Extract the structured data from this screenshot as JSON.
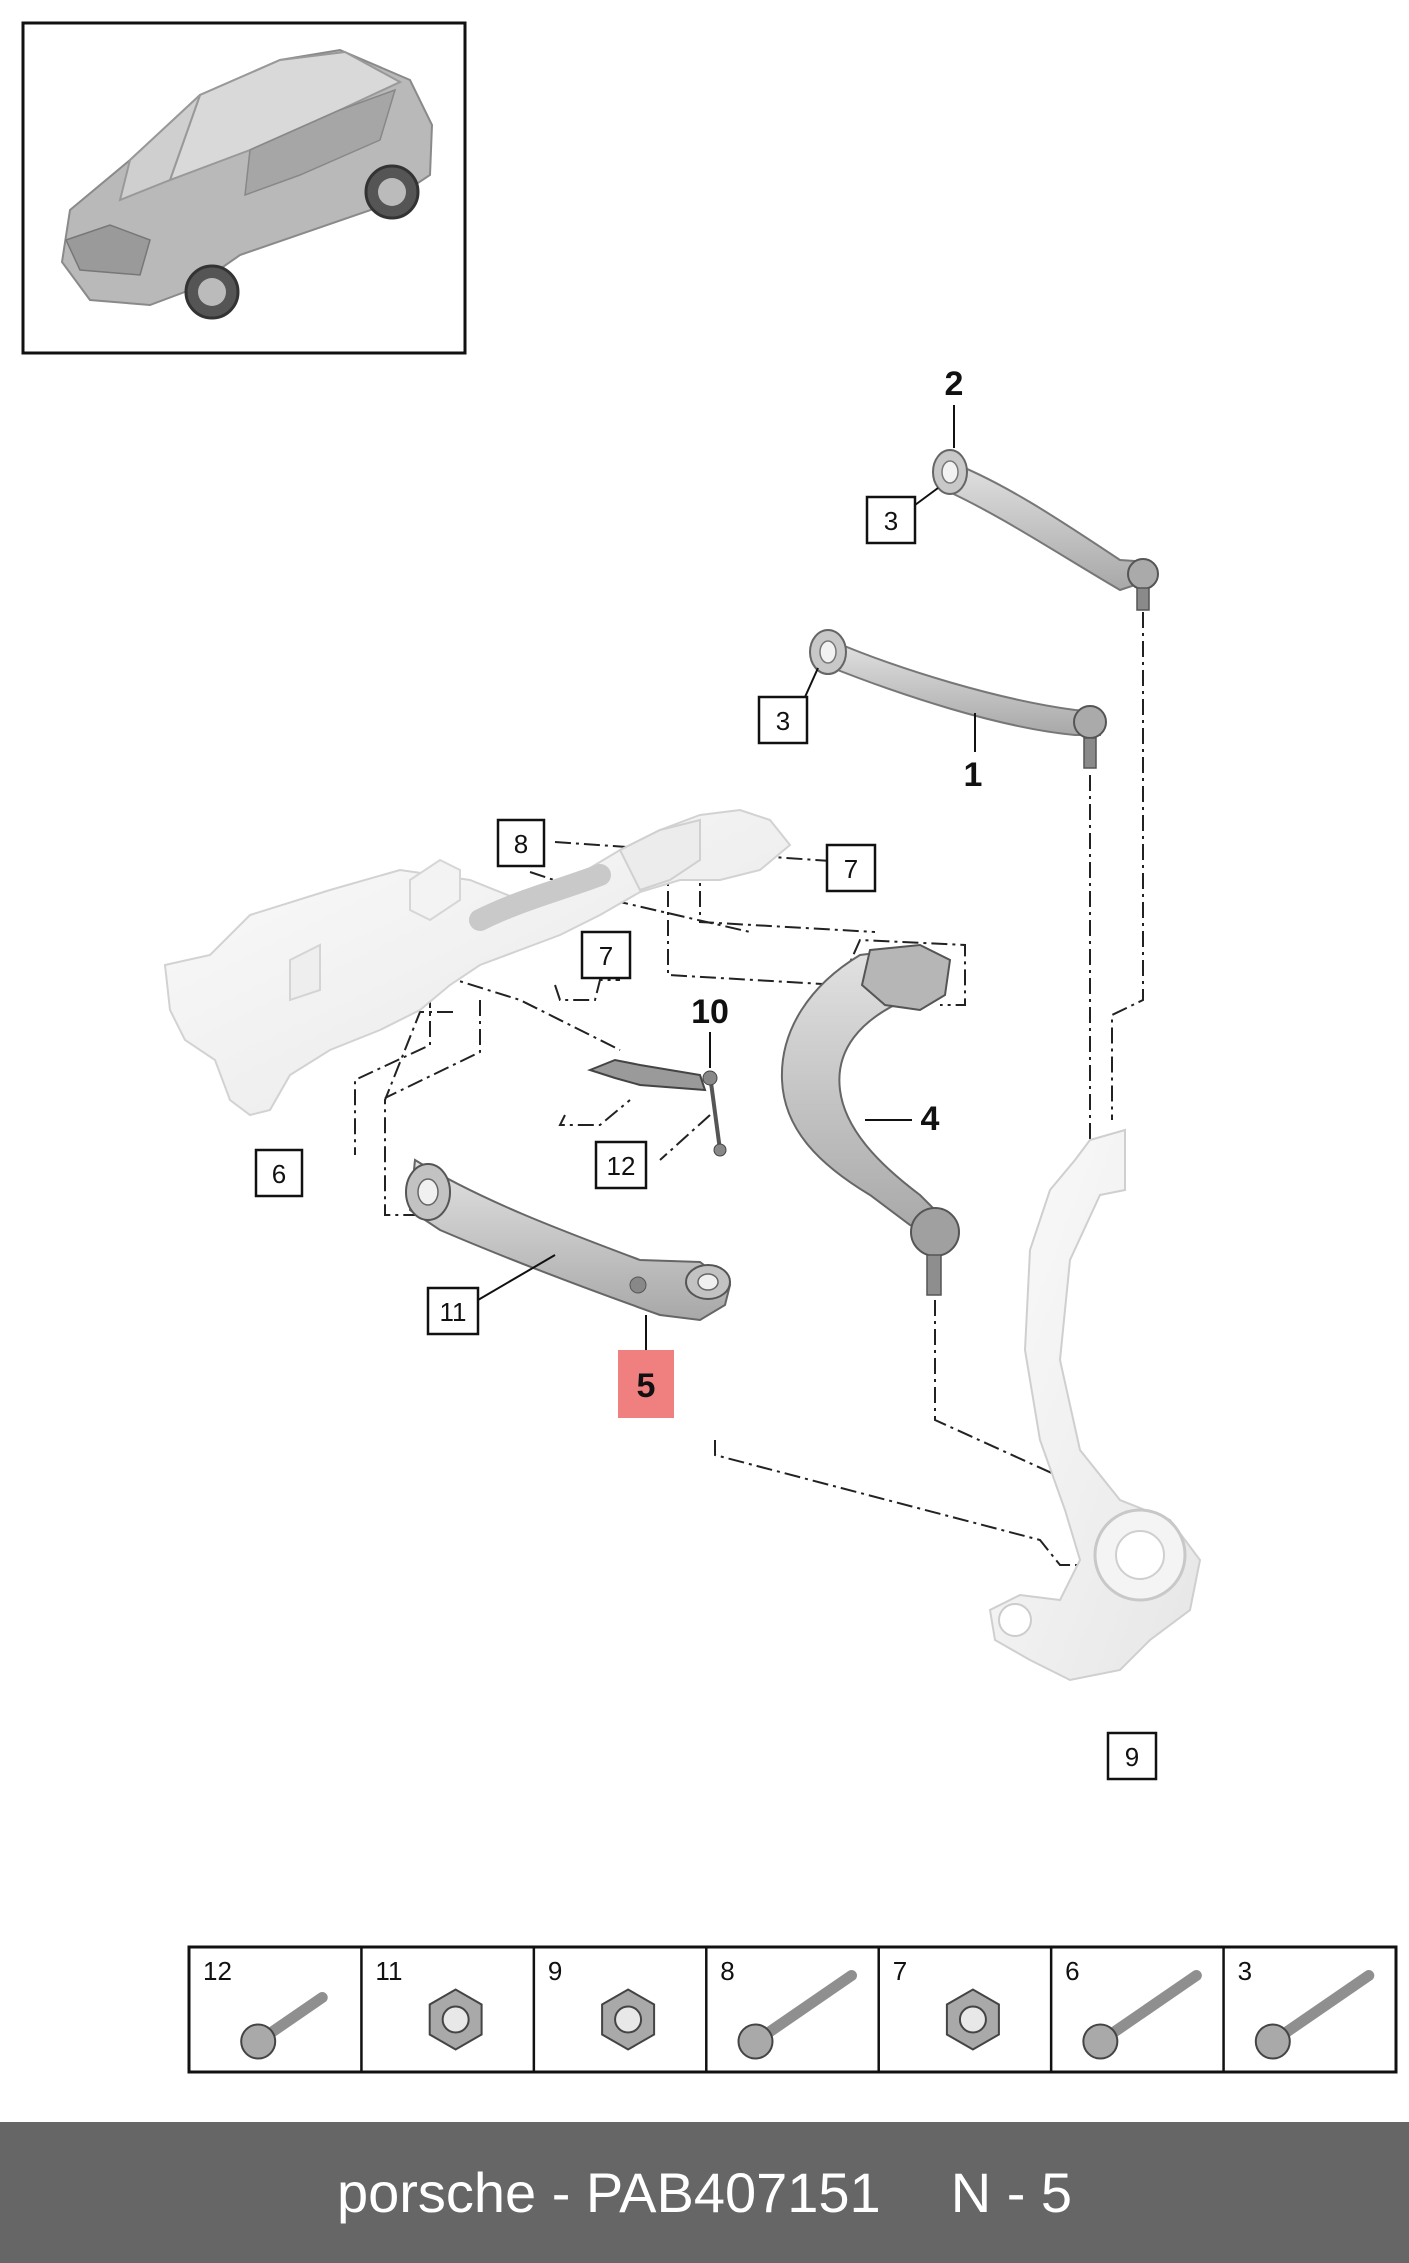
{
  "callouts": {
    "c1": "1",
    "c2": "2",
    "c3a": "3",
    "c3b": "3",
    "c4": "4",
    "c5": "5",
    "c6": "6",
    "c7a": "7",
    "c7b": "7",
    "c8": "8",
    "c9": "9",
    "c10": "10",
    "c11": "11",
    "c12": "12"
  },
  "hardware_table": [
    "12",
    "11",
    "9",
    "8",
    "7",
    "6",
    "3"
  ],
  "highlight_color": "#f08080",
  "footer": {
    "brand_part": "porsche - PAB407151",
    "ref": "N - 5"
  }
}
